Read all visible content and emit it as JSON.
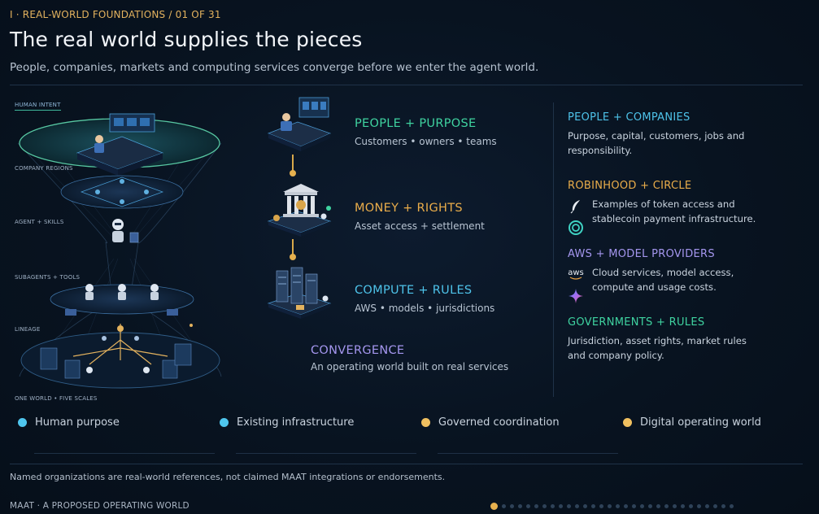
{
  "header": {
    "kicker": "I · REAL-WORLD FOUNDATIONS / 01 OF 31",
    "title": "The real world supplies the pieces",
    "subtitle": "People, companies, markets and computing services converge before we enter the agent world."
  },
  "stack_labels": [
    "HUMAN INTENT",
    "COMPANY REGIONS",
    "AGENT + SKILLS",
    "SUBAGENTS + TOOLS",
    "LINEAGE",
    "ONE WORLD • FIVE SCALES"
  ],
  "flow": [
    {
      "title": "PEOPLE + PURPOSE",
      "subtitle": "Customers • owners • teams",
      "icon": "person-desk-icon"
    },
    {
      "title": "MONEY + RIGHTS",
      "subtitle": "Asset access + settlement",
      "icon": "bank-icon"
    },
    {
      "title": "COMPUTE + RULES",
      "subtitle": "AWS • models • jurisdictions",
      "icon": "server-rack-icon"
    }
  ],
  "convergence": {
    "title": "CONVERGENCE",
    "subtitle": "An operating world built on real services"
  },
  "sections": {
    "people": {
      "title": "PEOPLE + COMPANIES",
      "text": "Purpose, capital, customers, jobs and responsibility."
    },
    "robinhood": {
      "title": "ROBINHOOD + CIRCLE",
      "text": "Examples of token access and stablecoin payment infrastructure.",
      "icons": [
        "feather-icon",
        "circle-logo-icon"
      ]
    },
    "aws": {
      "title": "AWS + MODEL PROVIDERS",
      "text": "Cloud services, model access, compute and usage costs.",
      "aws_logo": "aws",
      "icons": [
        "aws-logo-icon",
        "sparkle-icon"
      ]
    },
    "governments": {
      "title": "GOVERNMENTS + RULES",
      "text": "Jurisdiction, asset rights, market rules and company policy."
    }
  },
  "legend": [
    {
      "label": "Human purpose",
      "color": "#4fc6ee"
    },
    {
      "label": "Existing infrastructure",
      "color": "#4fc6ee"
    },
    {
      "label": "Governed coordination",
      "color": "#f0c060"
    },
    {
      "label": "Digital operating world",
      "color": "#f0c060"
    }
  ],
  "disclaimer": "Named organizations are real-world references, not claimed MAAT integrations or endorsements.",
  "footer": "MAAT · A PROPOSED OPERATING WORLD",
  "pager": {
    "current": 1,
    "total": 31
  },
  "colors": {
    "green": "#3fd3a0",
    "gold": "#eaad4a",
    "cyan": "#4ec3ea",
    "violet": "#a496ee",
    "background": "#081320"
  }
}
